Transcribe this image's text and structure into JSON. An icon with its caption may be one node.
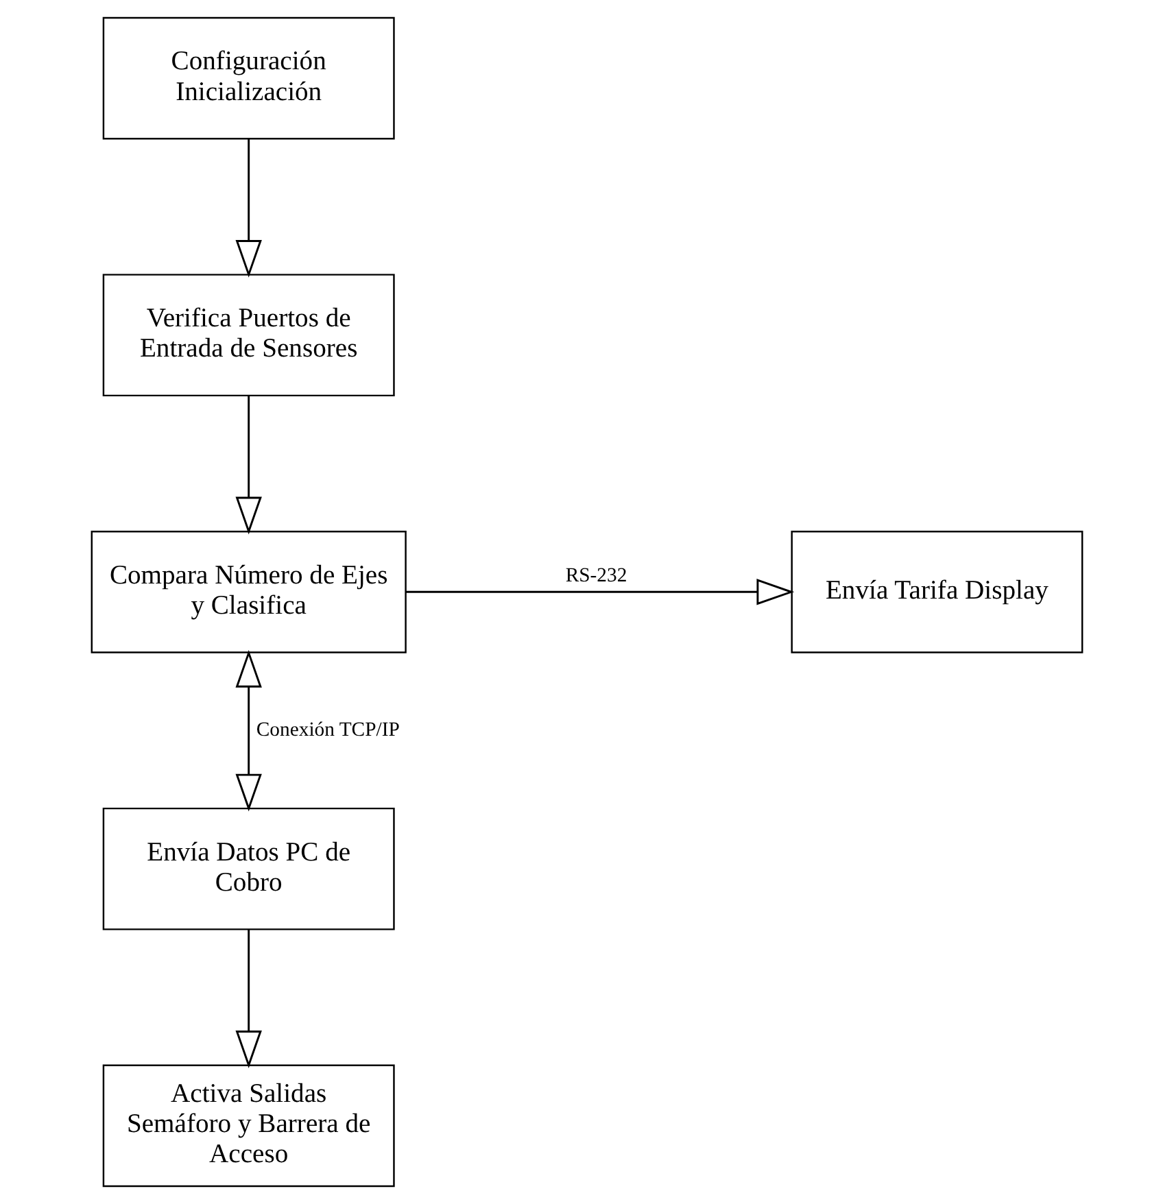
{
  "diagram": {
    "nodes": [
      {
        "text": [
          "Configuración Inicialización"
        ]
      },
      {
        "text": [
          "Verifica Puertos de Entrada de Sensores"
        ]
      },
      {
        "text": [
          "Compara Número de Ejes y Clasifica"
        ]
      },
      {
        "text": [
          "Envía Tarifa Display"
        ]
      },
      {
        "text": [
          "Envía Datos PC de Cobro"
        ]
      },
      {
        "text": [
          "Activa Salidas Semáforo y Barrera de Acceso"
        ]
      }
    ],
    "edges": [
      {
        "from": 0,
        "to": 1,
        "arrow": "to"
      },
      {
        "from": 1,
        "to": 2,
        "arrow": "to"
      },
      {
        "from": 2,
        "to": 3,
        "arrow": "to",
        "label": "RS-232"
      },
      {
        "from": 2,
        "to": 4,
        "arrow": "both",
        "label": "Conexión TCP/IP"
      },
      {
        "from": 4,
        "to": 5,
        "arrow": "to"
      }
    ]
  }
}
